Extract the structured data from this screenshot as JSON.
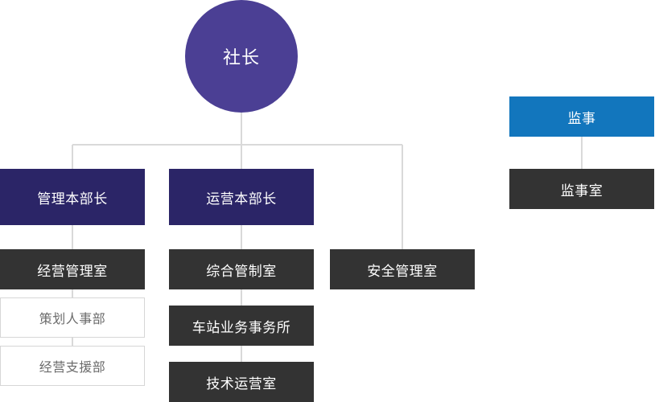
{
  "ceo": {
    "label": "社长"
  },
  "headquarters": [
    {
      "label": "管理本部长",
      "offices": [
        {
          "label": "经营管理室"
        }
      ],
      "departments": [
        {
          "label": "策划人事部"
        },
        {
          "label": "经营支援部"
        }
      ]
    },
    {
      "label": "运营本部长",
      "offices": [
        {
          "label": "综合管制室"
        },
        {
          "label": "车站业务事务所"
        },
        {
          "label": "技术运营室"
        }
      ]
    }
  ],
  "direct_offices": [
    {
      "label": "安全管理室"
    }
  ],
  "auditor": {
    "label": "监事",
    "office": {
      "label": "监事室"
    }
  },
  "colors": {
    "ceo": "#4b3f94",
    "headquarters": "#2b2567",
    "office": "#333333",
    "auditor": "#1276bd",
    "department_border": "#d6d6d6",
    "connector": "#d9d9d9"
  }
}
